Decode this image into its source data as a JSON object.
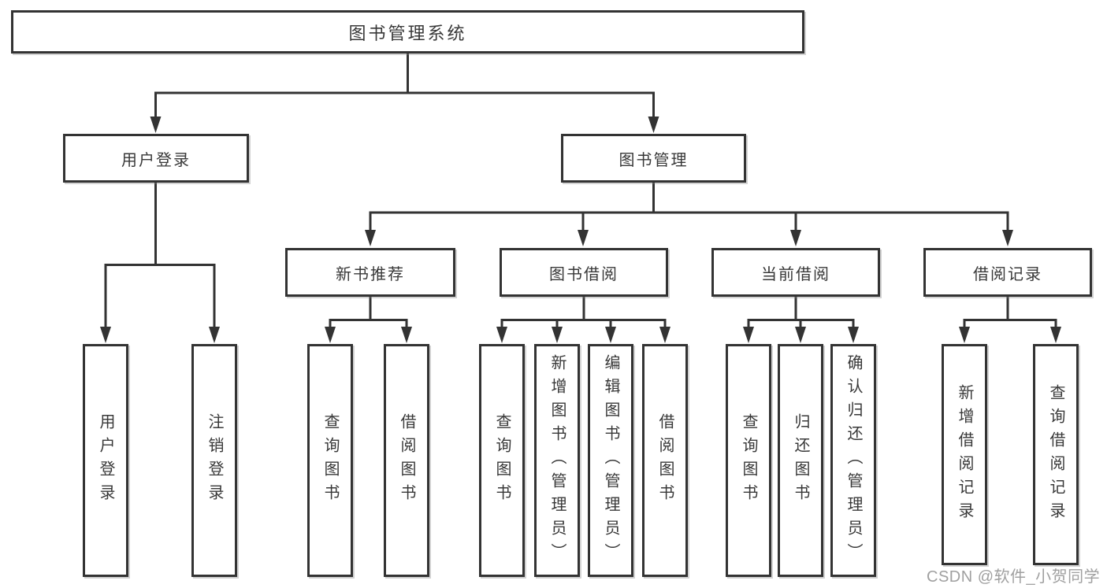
{
  "tree": {
    "root": {
      "label": "图书管理系统"
    },
    "branches": [
      {
        "label": "用户登录",
        "children": [
          "用户登录",
          "注销登录"
        ]
      },
      {
        "label": "图书管理",
        "sections": [
          {
            "label": "新书推荐",
            "children": [
              "查询图书",
              "借阅图书"
            ]
          },
          {
            "label": "图书借阅",
            "children": [
              "查询图书",
              "新增图书（管理员）",
              "编辑图书（管理员）",
              "借阅图书"
            ]
          },
          {
            "label": "当前借阅",
            "children": [
              "查询图书",
              "归还图书",
              "确认归还（管理员）"
            ]
          },
          {
            "label": "借阅记录",
            "children": [
              "新增借阅记录",
              "查询借阅记录"
            ]
          }
        ]
      }
    ]
  },
  "watermark": {
    "text": "CSDN @软件_小贺同学"
  },
  "colors": {
    "line": "#333333",
    "text": "#383838",
    "watermark": "#a0a0a0",
    "background": "#ffffff"
  }
}
